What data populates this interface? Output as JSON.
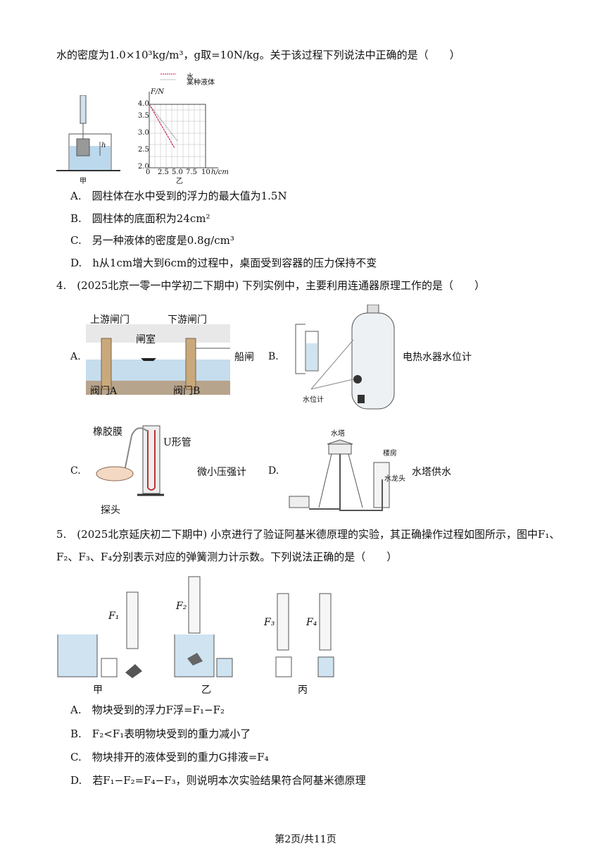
{
  "q3": {
    "stem_tail": "水的密度为1.0×10³kg/m³，g取=10N/kg。关于该过程下列说法中正确的是（　　）",
    "fig_jia_label": "甲",
    "fig_yi_label": "乙",
    "graph": {
      "legend": [
        "水",
        "某种液体"
      ],
      "ylabel": "F/N",
      "xlabel": "h/cm",
      "yticks": [
        "4.0",
        "3.5",
        "3.0",
        "2.5",
        "2.0"
      ],
      "xticks": [
        "0",
        "2.5",
        "5.0",
        "7.5",
        "10"
      ],
      "h_label": "h"
    },
    "options": [
      "A.　圆柱体在水中受到的浮力的最大值为1.5N",
      "B.　圆柱体的底面积为24cm²",
      "C.　另一种液体的密度是0.8g/cm³",
      "D.　h从1cm增大到6cm的过程中，桌面受到容器的压力保持不变"
    ]
  },
  "q4": {
    "stem": "4.　(2025北京一零一中学初二下期中) 下列实例中，主要利用连通器原理工作的是（　　）",
    "A": {
      "letter": "A.",
      "upstream": "上游闸门",
      "downstream": "下游闸门",
      "chamber": "闸室",
      "lock": "船闸",
      "valveA": "阀门A",
      "valveB": "阀门B"
    },
    "B": {
      "letter": "B.",
      "gauge": "水位计",
      "name": "电热水器水位计"
    },
    "C": {
      "letter": "C.",
      "membrane": "橡胶膜",
      "utube": "U形管",
      "probe": "探头",
      "name": "微小压强计"
    },
    "D": {
      "letter": "D.",
      "tower": "水塔",
      "building": "楼房",
      "tap": "水龙头",
      "name": "水塔供水"
    }
  },
  "q5": {
    "stem_line1": "5.　(2025北京延庆初二下期中) 小京进行了验证阿基米德原理的实验，其正确操作过程如图所示，图中F₁、",
    "stem_line2": "F₂、F₃、F₄分别表示对应的弹簧测力计示数。下列说法正确的是（　　）",
    "labels": {
      "F1": "F₁",
      "F2": "F₂",
      "F3": "F₃",
      "F4": "F₄",
      "jia": "甲",
      "yi": "乙",
      "bing": "丙"
    },
    "options": [
      "A.　物块受到的浮力F浮=F₁−F₂",
      "B.　F₂<F₁表明物块受到的重力减小了",
      "C.　物块排开的液体受到的重力G排液=F₄",
      "D.　若F₁−F₂=F₄−F₃，则说明本次实验结果符合阿基米德原理"
    ]
  },
  "footer": "第2页/共11页"
}
